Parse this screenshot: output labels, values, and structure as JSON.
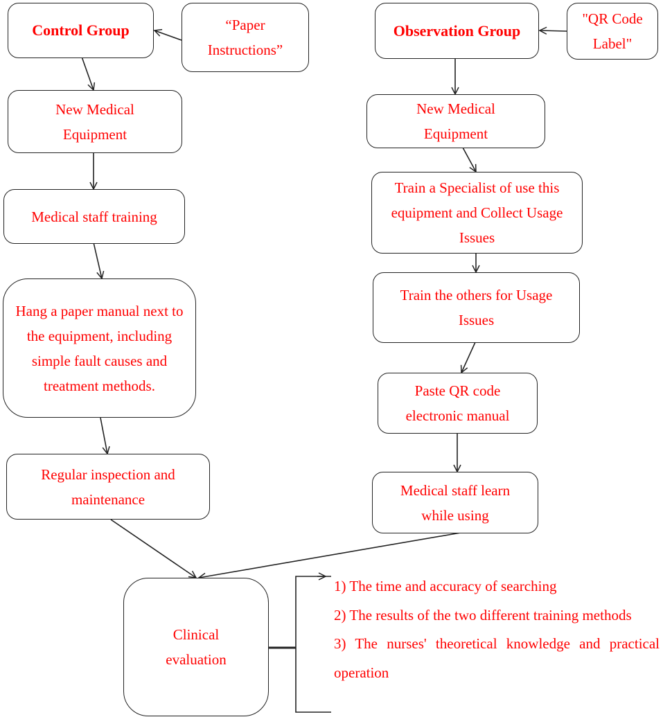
{
  "control": {
    "group": "Control Group",
    "source": "“Paper Instructions”",
    "equipment": "New Medical Equipment",
    "training": "Medical staff training",
    "manual": "Hang a paper manual next to the equipment, including simple fault causes and treatment methods.",
    "maintenance": "Regular inspection and maintenance"
  },
  "observation": {
    "group": "Observation Group",
    "source": "\"QR Code Label\"",
    "equipment": "New Medical Equipment",
    "specialist": "Train a Specialist of use this equipment and Collect Usage Issues",
    "train_others": "Train the others for Usage Issues",
    "paste_qr": "Paste QR code electronic manual",
    "learn": "Medical staff learn while using"
  },
  "evaluation": {
    "label": "Clinical evaluation",
    "outcomes": [
      "1) The time and accuracy of searching",
      "2) The results of the two different training methods",
      "3) The nurses' theoretical knowledge and practical operation"
    ]
  },
  "colors": {
    "text": "#ff0000",
    "line": "#222222",
    "background": "#ffffff"
  }
}
